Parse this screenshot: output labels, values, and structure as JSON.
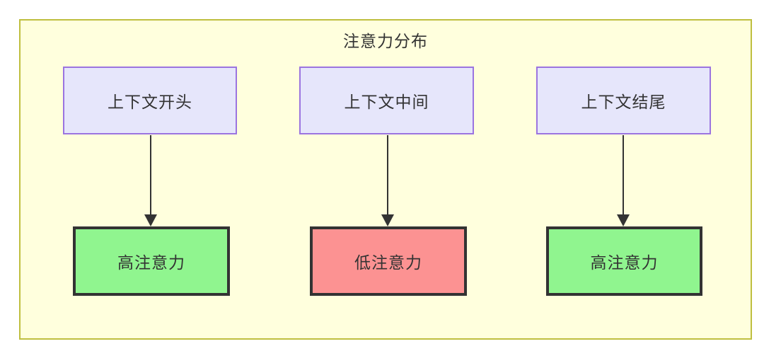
{
  "diagram": {
    "type": "flowchart",
    "title": "注意力分布",
    "container": {
      "fill": "#ffffdd",
      "stroke": "#bfbf3f"
    },
    "nodes": {
      "context": [
        {
          "id": "ctx-start",
          "label": "上下文开头",
          "fill": "#e6e6fb",
          "stroke": "#9b74e0"
        },
        {
          "id": "ctx-middle",
          "label": "上下文中间",
          "fill": "#e6e6fb",
          "stroke": "#9b74e0"
        },
        {
          "id": "ctx-end",
          "label": "上下文结尾",
          "fill": "#e6e6fb",
          "stroke": "#9b74e0"
        }
      ],
      "attention": [
        {
          "id": "attn-high-1",
          "label": "高注意力",
          "fill": "#90f58f",
          "stroke": "#333333",
          "level": "high"
        },
        {
          "id": "attn-low",
          "label": "低注意力",
          "fill": "#fc9292",
          "stroke": "#333333",
          "level": "low"
        },
        {
          "id": "attn-high-2",
          "label": "高注意力",
          "fill": "#90f58f",
          "stroke": "#333333",
          "level": "high"
        }
      ]
    },
    "edges": [
      {
        "from": "ctx-start",
        "to": "attn-high-1",
        "arrow": "down"
      },
      {
        "from": "ctx-middle",
        "to": "attn-low",
        "arrow": "down"
      },
      {
        "from": "ctx-end",
        "to": "attn-high-2",
        "arrow": "down"
      }
    ]
  }
}
